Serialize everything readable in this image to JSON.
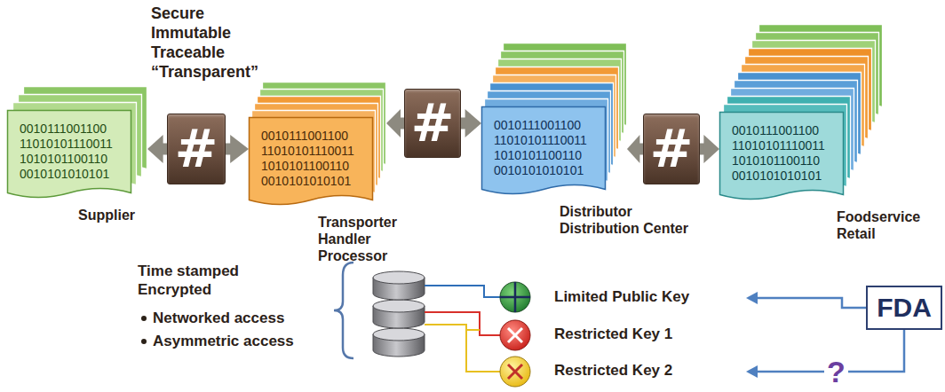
{
  "diagram": {
    "nodes": [
      {
        "text": [
          "0010111001100 11010101110011 1010101100110 0010101010101",
          "Supplier"
        ]
      },
      {
        "text": [
          "#"
        ]
      },
      {
        "text": [
          "0010111001100 11010101110011 1010101100110 0010101010101",
          "Transporter Handler Processor"
        ]
      },
      {
        "text": [
          "#"
        ]
      },
      {
        "text": [
          "0010111001100 11010101110011 1010101100110 0010101010101",
          "Distributor Distribution Center"
        ]
      },
      {
        "text": [
          "#"
        ]
      },
      {
        "text": [
          "0010111001100 11010101110011 1010101100110 0010101010101",
          "Foodservice Retail"
        ]
      },
      {
        "text": [
          "FDA"
        ]
      }
    ],
    "edges": [
      {
        "from": 1,
        "to": 0,
        "arrow": "to"
      },
      {
        "from": 1,
        "to": 2,
        "arrow": "to"
      },
      {
        "from": 3,
        "to": 2,
        "arrow": "to"
      },
      {
        "from": 3,
        "to": 4,
        "arrow": "to"
      },
      {
        "from": 5,
        "to": 4,
        "arrow": "to"
      },
      {
        "from": 5,
        "to": 6,
        "arrow": "to"
      }
    ],
    "labels": [
      "Secure Immutable Traceable “Transparent”",
      "Time stamped Encrypted",
      "Networked access",
      "Asymmetric access",
      "Limited Public Key",
      "Restricted Key 1",
      "Restricted Key 2",
      "?"
    ]
  }
}
